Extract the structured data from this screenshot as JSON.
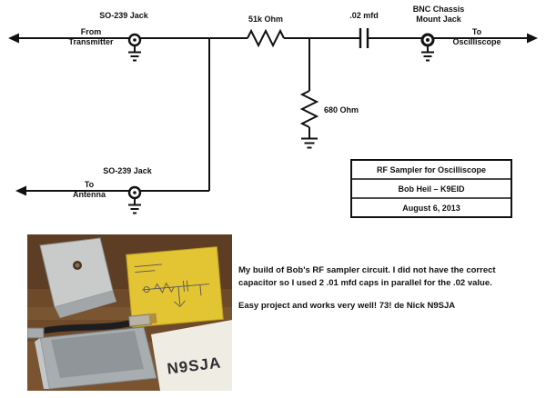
{
  "schematic": {
    "labels": {
      "from_line1": "From",
      "from_line2": "Transmitter",
      "so239_top": "SO-239 Jack",
      "r1": "51k Ohm",
      "cap": ".02 mfd",
      "bnc_line1": "BNC Chassis",
      "bnc_line2": "Mount Jack",
      "osc_line1": "To",
      "osc_line2": "Oscilliscope",
      "r2": "680 Ohm",
      "so239_bottom": "SO-239 Jack",
      "ant_line1": "To",
      "ant_line2": "Antenna"
    },
    "title_block": {
      "line1": "RF Sampler for Oscilliscope",
      "line2": "Bob Heil – K9EID",
      "line3": "August 6, 2013"
    }
  },
  "photo": {
    "handwritten_label": "N9SJA"
  },
  "caption": {
    "para1": "My build of Bob's RF sampler circuit.  I did not have the correct capacitor so I used 2 .01 mfd caps in parallel for the .02 value.",
    "para2": "Easy project and works very well!  73! de Nick N9SJA"
  },
  "colors": {
    "ink": "#111111",
    "photo_wood": "#6e4a2b",
    "photo_note": "#e3c433",
    "photo_metal": "#aab0b2",
    "photo_paper": "#efece3"
  }
}
